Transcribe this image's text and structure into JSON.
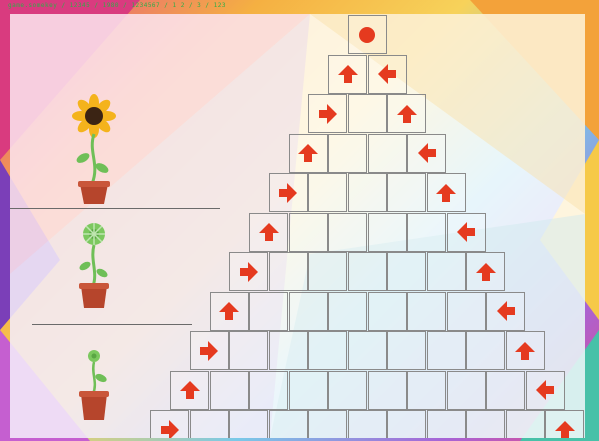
{
  "top_note": "game.somekey / 12345 / 1980 / 1234567 / 1 2 / 3 / 123",
  "colors": {
    "arrow": "#e53a1f",
    "grid_line": "#8a8a8a",
    "pot": "#b6452c",
    "stem": "#6fbf57",
    "petal": "#f4b31c"
  },
  "board": {
    "rows": [
      {
        "row": 0,
        "cells": [
          "goal"
        ]
      },
      {
        "row": 1,
        "cells": [
          "up",
          "left"
        ]
      },
      {
        "row": 2,
        "cells": [
          "right",
          "empty",
          "up"
        ]
      },
      {
        "row": 3,
        "cells": [
          "up",
          "empty",
          "empty",
          "left"
        ]
      },
      {
        "row": 4,
        "cells": [
          "right",
          "empty",
          "empty",
          "empty",
          "up"
        ]
      },
      {
        "row": 5,
        "cells": [
          "up",
          "empty",
          "empty",
          "empty",
          "empty",
          "left"
        ]
      },
      {
        "row": 6,
        "cells": [
          "right",
          "empty",
          "empty",
          "empty",
          "empty",
          "empty",
          "up"
        ]
      },
      {
        "row": 7,
        "cells": [
          "up",
          "empty",
          "empty",
          "empty",
          "empty",
          "empty",
          "empty",
          "left"
        ]
      },
      {
        "row": 8,
        "cells": [
          "right",
          "empty",
          "empty",
          "empty",
          "empty",
          "empty",
          "empty",
          "empty",
          "up"
        ]
      },
      {
        "row": 9,
        "cells": [
          "up",
          "empty",
          "empty",
          "empty",
          "empty",
          "empty",
          "empty",
          "empty",
          "empty",
          "left"
        ]
      },
      {
        "row": 10,
        "cells": [
          "right",
          "empty",
          "empty",
          "empty",
          "empty",
          "empty",
          "empty",
          "empty",
          "empty",
          "empty",
          "up"
        ]
      }
    ]
  },
  "plants": [
    {
      "stage": "sunflower-full"
    },
    {
      "stage": "sunflower-bud"
    },
    {
      "stage": "sprout"
    }
  ]
}
